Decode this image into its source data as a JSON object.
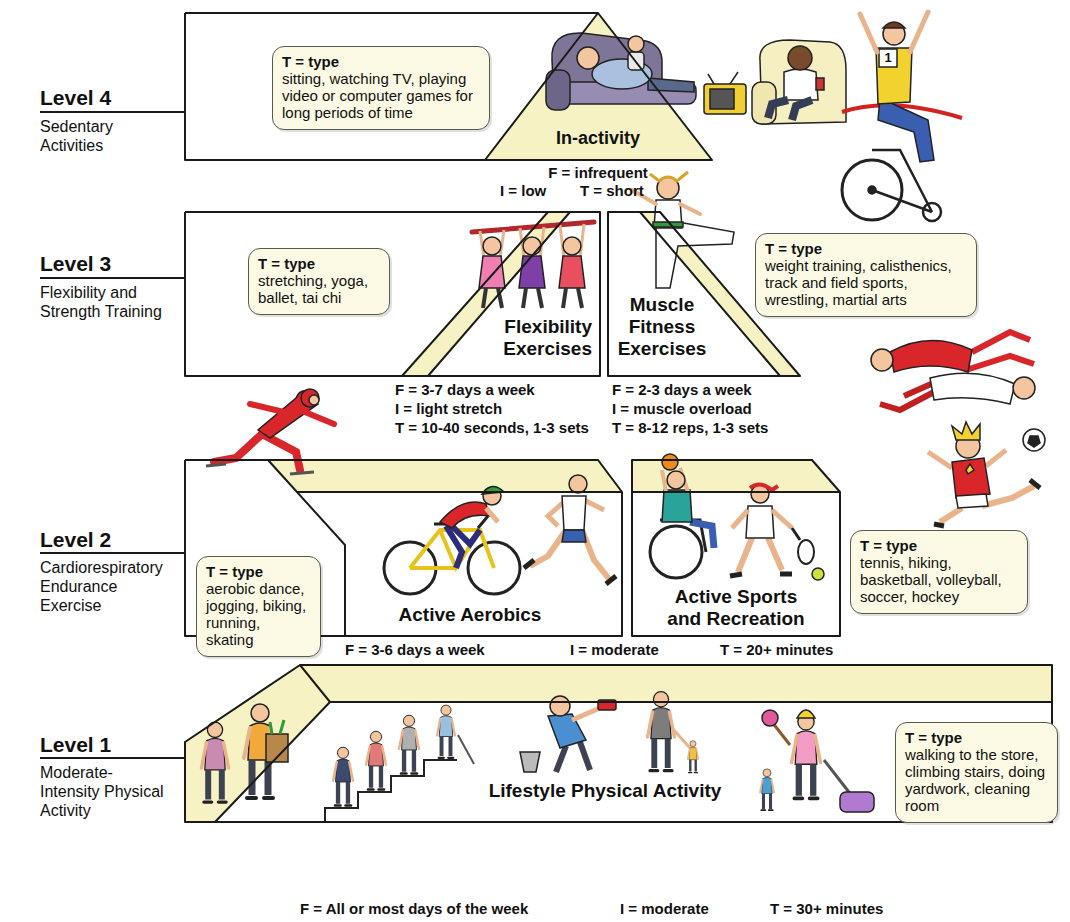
{
  "diagram": {
    "nodes": [
      {
        "text": [
          "Level 4",
          "Sedentary Activities"
        ]
      },
      {
        "text": [
          "T = type",
          "sitting, watching TV, playing video or computer games for long periods of time"
        ],
        "in": 0
      },
      {
        "text": [
          "In-activity"
        ],
        "in": 0
      },
      {
        "text": [
          "Level 3",
          "Flexibility and Strength Training"
        ]
      },
      {
        "text": [
          "T = type",
          "stretching, yoga, ballet, tai chi"
        ],
        "in": 3
      },
      {
        "text": [
          "Flexibility Exercises"
        ],
        "in": 3
      },
      {
        "text": [
          "Muscle Fitness Exercises"
        ],
        "in": 3
      },
      {
        "text": [
          "T = type",
          "weight training, calisthenics, track and field sports, wrestling, martial arts"
        ],
        "in": 3
      },
      {
        "text": [
          "Level 2",
          "Cardiorespiratory Endurance Exercise"
        ]
      },
      {
        "text": [
          "T = type",
          "aerobic dance, jogging, biking, running, skating"
        ],
        "in": 8
      },
      {
        "text": [
          "Active Aerobics"
        ],
        "in": 8
      },
      {
        "text": [
          "Active Sports and Recreation"
        ],
        "in": 8
      },
      {
        "text": [
          "T = type",
          "tennis, hiking, basketball, volleyball, soccer, hockey"
        ],
        "in": 8
      },
      {
        "text": [
          "Level 1",
          "Moderate-Intensity Physical Activity"
        ]
      },
      {
        "text": [
          "Lifestyle Physical Activity"
        ],
        "in": 13
      },
      {
        "text": [
          "T = type",
          "walking to the store, climbing stairs, doing yardwork, cleaning room"
        ],
        "in": 13
      }
    ],
    "labels": [
      "F = infrequent",
      "I = low",
      "T = short",
      "1",
      "F = 3-7 days a week",
      "I = light stretch",
      "T = 10-40 seconds, 1-3 sets",
      "F = 2-3 days a week",
      "I = muscle overload",
      "T = 8-12 reps, 1-3 sets",
      "F = 3-6 days a week",
      "I = moderate",
      "T = 20+ minutes",
      "F = All or most days of the week",
      "I = moderate",
      "T = 30+ minutes"
    ]
  }
}
